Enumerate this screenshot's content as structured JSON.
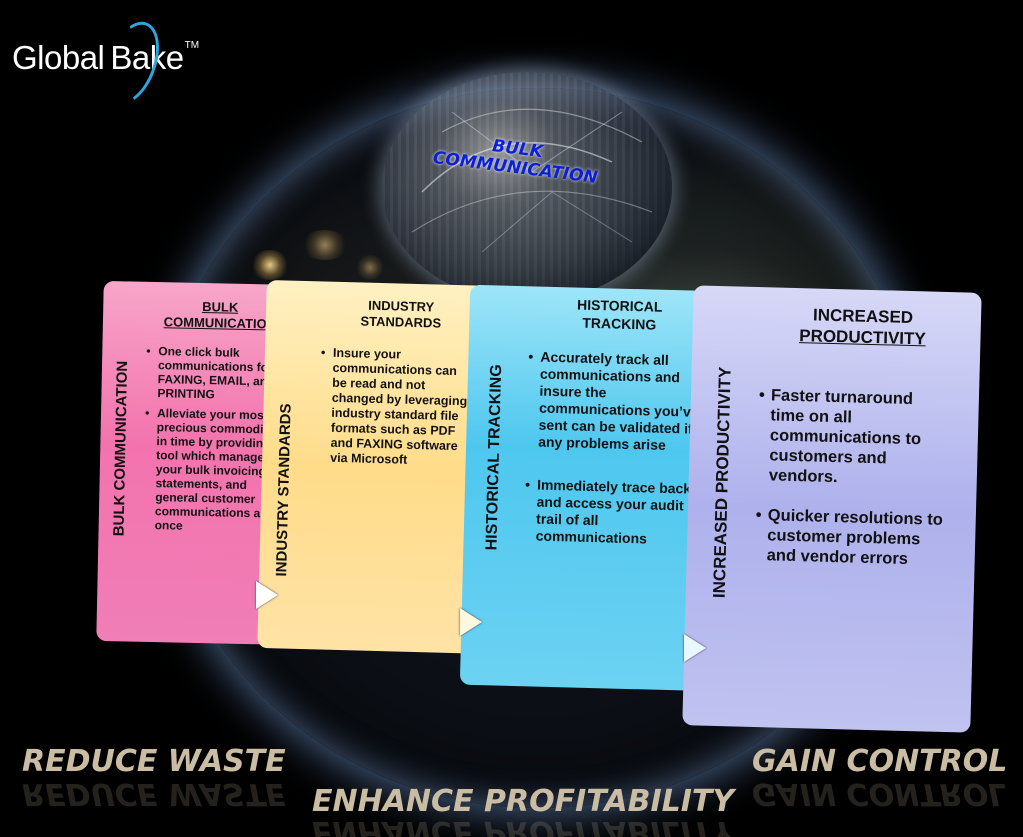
{
  "brand": {
    "name_left": "Global",
    "name_right": "Bake",
    "tm": "TM"
  },
  "globe": {
    "line1": "BULK",
    "line2": "COMMUNICATION"
  },
  "cards": [
    {
      "side_label": "BULK COMMUNICATION",
      "heading": [
        "BULK",
        "COMMUNICATION"
      ],
      "bullets": [
        "One click bulk communications for FAXING, EMAIL, and PRINTING",
        "Alleviate your most precious commodity in time by providing a tool which manages your bulk invoicing, statements, and general customer communications all at once"
      ]
    },
    {
      "side_label": "INDUSTRY STANDARDS",
      "heading": [
        "INDUSTRY",
        "STANDARDS"
      ],
      "bullets": [
        "Insure your communications can be read and not changed by leveraging industry standard file formats such as PDF and FAXING software via Microsoft"
      ]
    },
    {
      "side_label": "HISTORICAL TRACKING",
      "heading": [
        "HISTORICAL",
        "TRACKING"
      ],
      "bullets": [
        "Accurately track all communications and insure the communications you’ve sent can be validated if any problems arise",
        "Immediately trace back and access your audit trail of all communications"
      ]
    },
    {
      "side_label": "INCREASED PRODUCTIVITY",
      "heading": [
        "INCREASED",
        "PRODUCTIVITY"
      ],
      "bullets": [
        "Faster turnaround time on all communications to customers and vendors.",
        "Quicker resolutions to customer problems and vendor errors"
      ]
    }
  ],
  "taglines": {
    "left": "REDUCE WASTE",
    "center": "ENHANCE  PROFITABILITY",
    "right": "GAIN CONTROL"
  }
}
